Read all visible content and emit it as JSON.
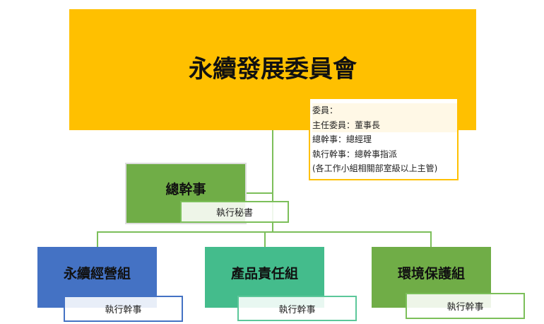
{
  "committee": {
    "title": "永續發展委員會",
    "color": "#ffc000"
  },
  "members_note": {
    "lines": [
      "委員：",
      "主任委員：董事長",
      "總幹事：總經理",
      "執行幹事：總幹事指派",
      "(各工作小組相關部室級以上主管)"
    ]
  },
  "general_secretary": {
    "title": "總幹事",
    "sub": "執行秘書",
    "color": "#70ad47"
  },
  "groups": [
    {
      "title": "永續經營組",
      "sub": "執行幹事",
      "color": "#4472c4"
    },
    {
      "title": "產品責任組",
      "sub": "執行幹事",
      "color": "#44bc8c"
    },
    {
      "title": "環境保護組",
      "sub": "執行幹事",
      "color": "#70ad47"
    }
  ]
}
